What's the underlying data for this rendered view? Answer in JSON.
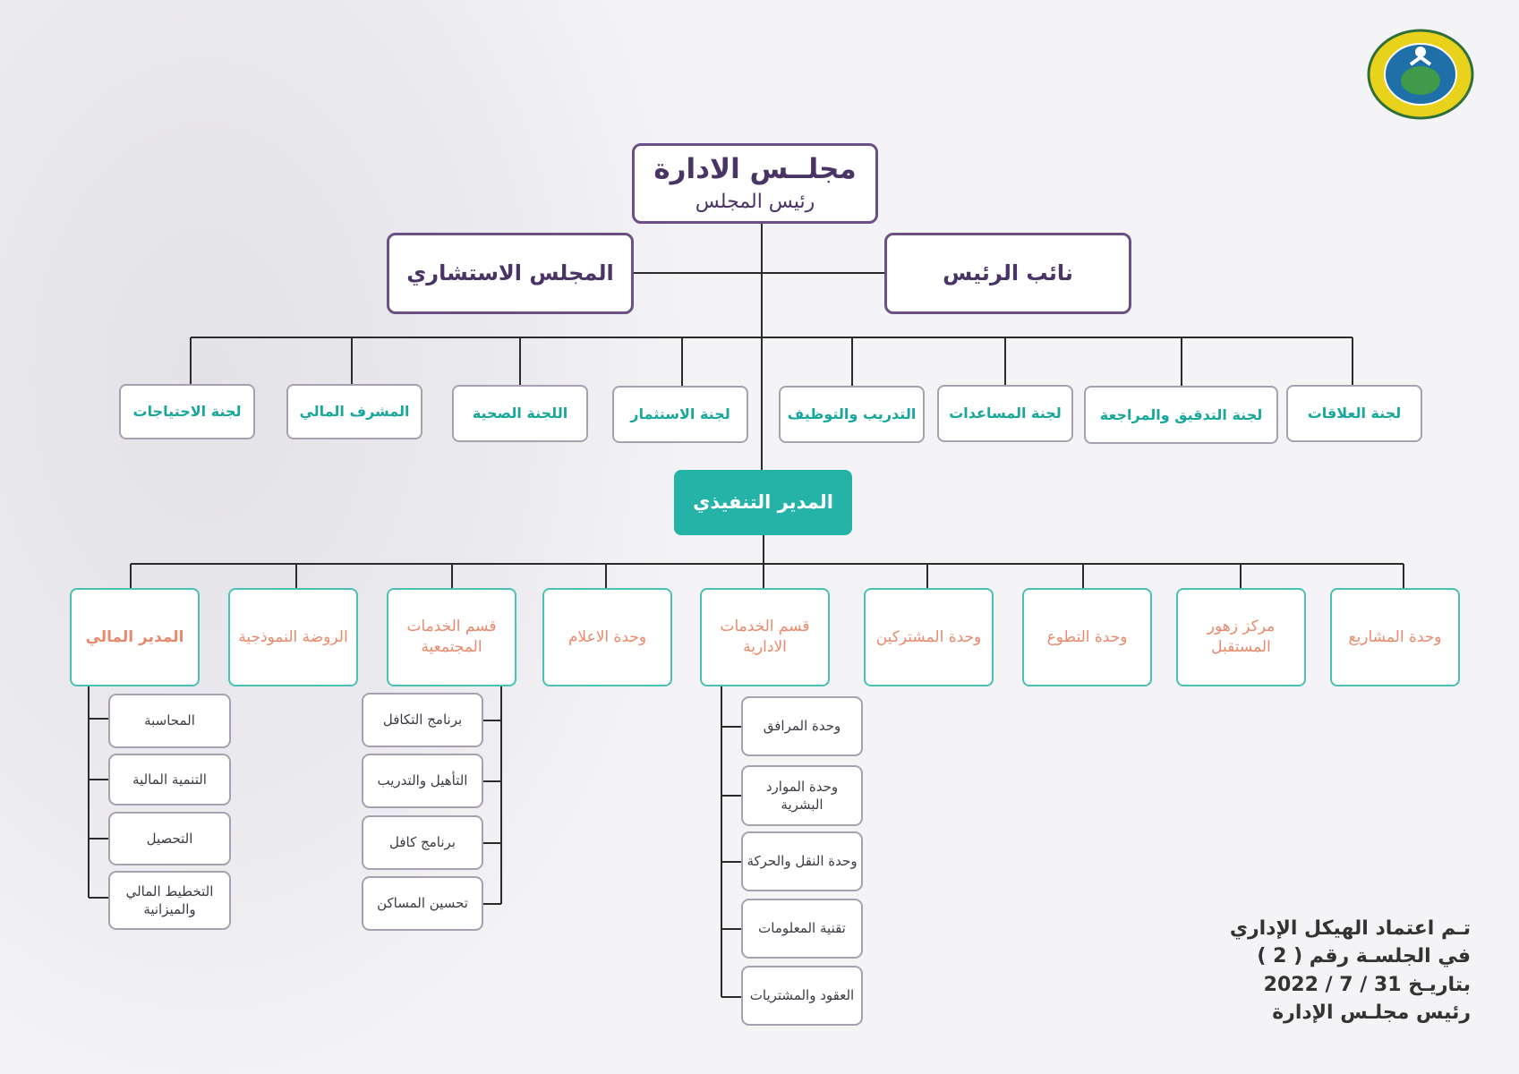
{
  "org": {
    "board": {
      "title": "مجلــس الادارة",
      "subtitle": "رئيس المجلس"
    },
    "advisory_council": "المجلس الاستشاري",
    "vice_president": "نائب الرئيس",
    "committees": [
      "لجنة العلاقات",
      "لجنة التدقيق والمراجعة",
      "لجنة المساعدات",
      "التدريب والتوظيف",
      "لجنة الاستثمار",
      "اللجنة الصحية",
      "المشرف المالي",
      "لجنة الاحتياجات"
    ],
    "executive_director": "المدير التنفيذي",
    "departments": [
      "وحدة المشاريع",
      "مركز زهور المستقبل",
      "وحدة التطوع",
      "وحدة المشتركين",
      "قسم الخدمات الادارية",
      "وحدة الاعلام",
      "قسم الخدمات المجتمعية",
      "الروضة النموذجية",
      "المدير المالي"
    ],
    "financial_units": [
      "المحاسبة",
      "التنمية المالية",
      "التحصيل",
      "التخطيط المالي والميزانية"
    ],
    "community_programs": [
      "برنامج التكافل",
      "التأهيل والتدريب",
      "برنامج كافل",
      "تحسين المساكن"
    ],
    "admin_units": [
      "وحدة المرافق",
      "وحدة الموارد البشرية",
      "وحدة النقل والحركة",
      "تقنية المعلومات",
      "العقود والمشتريات"
    ]
  },
  "approval": {
    "line1": "تـم اعتماد الهيكل الإداري",
    "line2": "في الجلسـة رقم ( 2 )",
    "line3": "بتاريـخ 31 / 7 / 2022",
    "line4": "رئيس مجلـس الإدارة"
  },
  "colors": {
    "purple": "#6b4f86",
    "teal": "#25b3a8",
    "orange": "#ea8a6c",
    "grey_border": "#a8a0b0"
  }
}
